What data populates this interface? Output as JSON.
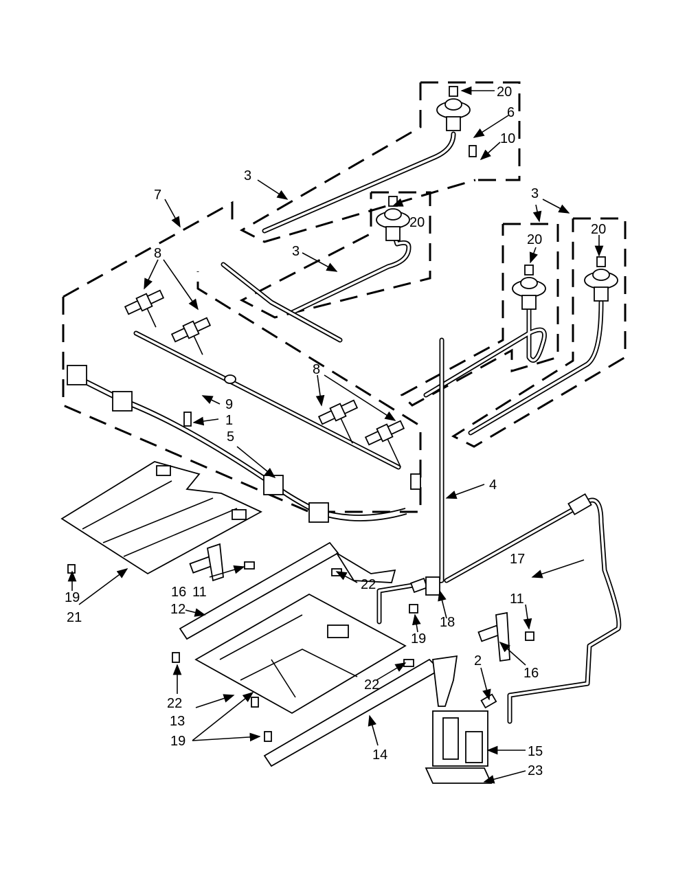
{
  "diagram": {
    "callouts": {
      "c1": "1",
      "c2": "2",
      "c3a": "3",
      "c3b": "3",
      "c3c": "3",
      "c4": "4",
      "c5": "5",
      "c6": "6",
      "c7": "7",
      "c8a": "8",
      "c8b": "8",
      "c9": "9",
      "c10": "10",
      "c11a": "11",
      "c11b": "11",
      "c12": "12",
      "c13": "13",
      "c14": "14",
      "c15": "15",
      "c16a": "16",
      "c16b": "16",
      "c17": "17",
      "c18": "18",
      "c19a": "19",
      "c19b": "19",
      "c19c": "19",
      "c20a": "20",
      "c20b": "20",
      "c20c": "20",
      "c20d": "20",
      "c21": "21",
      "c22a": "22",
      "c22b": "22",
      "c22c": "22",
      "c23": "23"
    }
  }
}
